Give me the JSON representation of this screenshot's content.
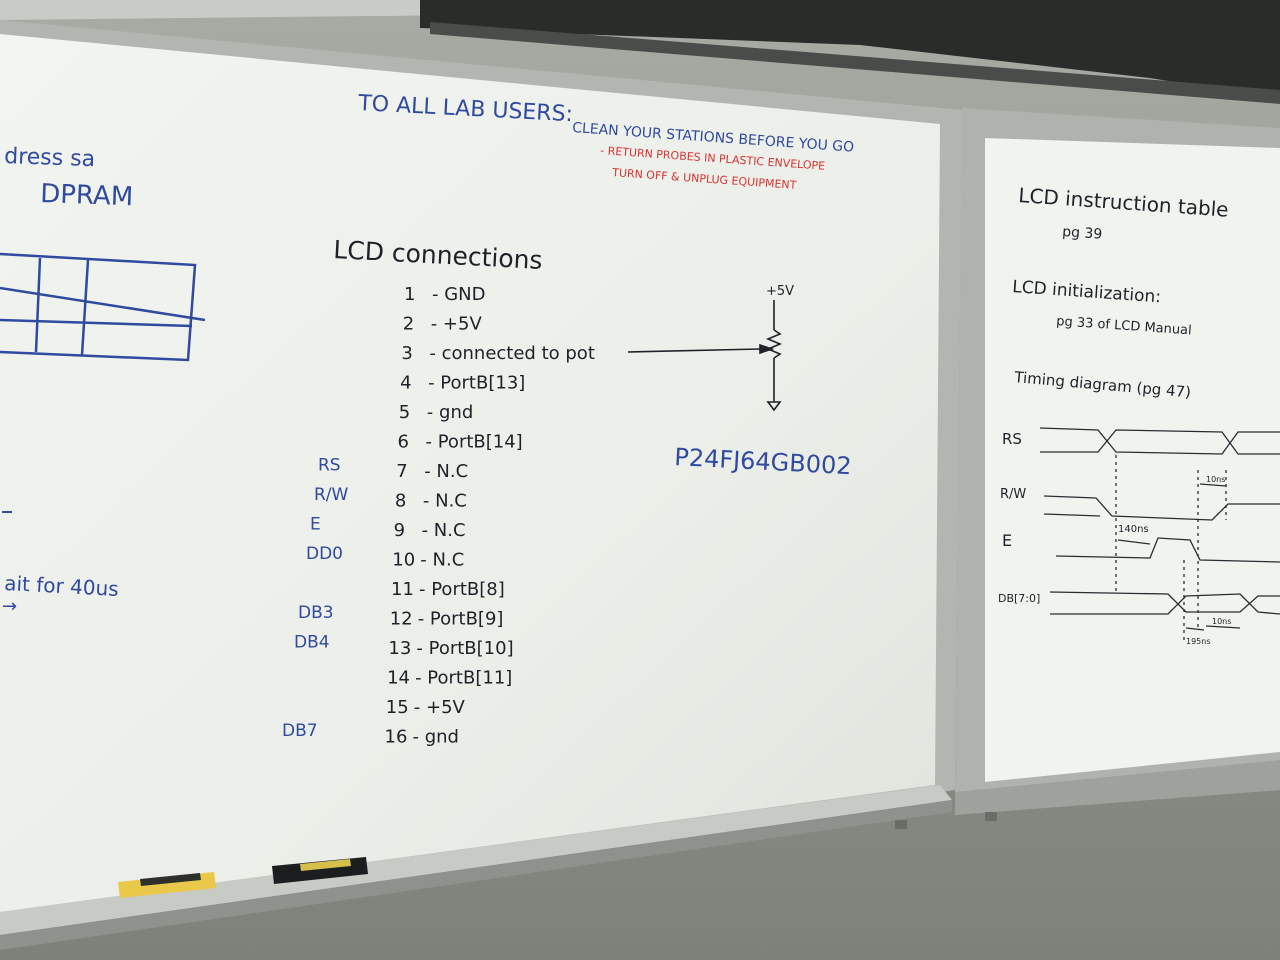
{
  "notice": {
    "heading": "TO ALL LAB USERS:",
    "line1": "CLEAN YOUR STATIONS BEFORE YOU GO",
    "line2": "- RETURN PROBES IN PLASTIC ENVELOPE",
    "line3": "TURN OFF & UNPLUG EQUIPMENT"
  },
  "left_notes": {
    "address_label": "dress sa",
    "dpram_label": "DPRAM",
    "wait_label": "ait for 40us",
    "arrow_glyph": "→"
  },
  "lcd_connections": {
    "title": "LCD connections",
    "pins": [
      {
        "num": "1",
        "desc": "- GND",
        "signal": ""
      },
      {
        "num": "2",
        "desc": "- +5V",
        "signal": ""
      },
      {
        "num": "3",
        "desc": "- connected to pot",
        "signal": ""
      },
      {
        "num": "4",
        "desc": "- PortB[13]",
        "signal": "RS"
      },
      {
        "num": "5",
        "desc": "- gnd",
        "signal": "R/W"
      },
      {
        "num": "6",
        "desc": "- PortB[14]",
        "signal": "E"
      },
      {
        "num": "7",
        "desc": "- N.C",
        "signal": "DD0"
      },
      {
        "num": "8",
        "desc": "- N.C",
        "signal": ""
      },
      {
        "num": "9",
        "desc": "- N.C",
        "signal": "DB3"
      },
      {
        "num": "10",
        "desc": "- N.C",
        "signal": "DB4"
      },
      {
        "num": "11",
        "desc": "- PortB[8]",
        "signal": ""
      },
      {
        "num": "12",
        "desc": "- PortB[9]",
        "signal": ""
      },
      {
        "num": "13",
        "desc": "- PortB[10]",
        "signal": "DB7"
      },
      {
        "num": "14",
        "desc": "- PortB[11]",
        "signal": ""
      },
      {
        "num": "15",
        "desc": "- +5V",
        "signal": ""
      },
      {
        "num": "16",
        "desc": "- gnd",
        "signal": ""
      }
    ],
    "pot_supply": "+5V",
    "chip_name": "P24FJ64GB002"
  },
  "right_board": {
    "instr_title": "LCD instruction table",
    "instr_page": "pg 39",
    "init_title": "LCD initialization:",
    "init_page": "pg 33 of LCD Manual",
    "timing_title": "Timing diagram (pg 47)",
    "signals": [
      "RS",
      "R/W",
      "E",
      "DB[7:0]"
    ],
    "labels": {
      "t1": "10ns",
      "t2": "140ns",
      "t3": "195ns",
      "t4": "10ns"
    }
  },
  "colors": {
    "board_white": "#eff1ec",
    "black_ink": "#1f2128",
    "blue_ink": "#2f4a9e",
    "red_ink": "#d8332e",
    "frame": "#b7bab4"
  }
}
